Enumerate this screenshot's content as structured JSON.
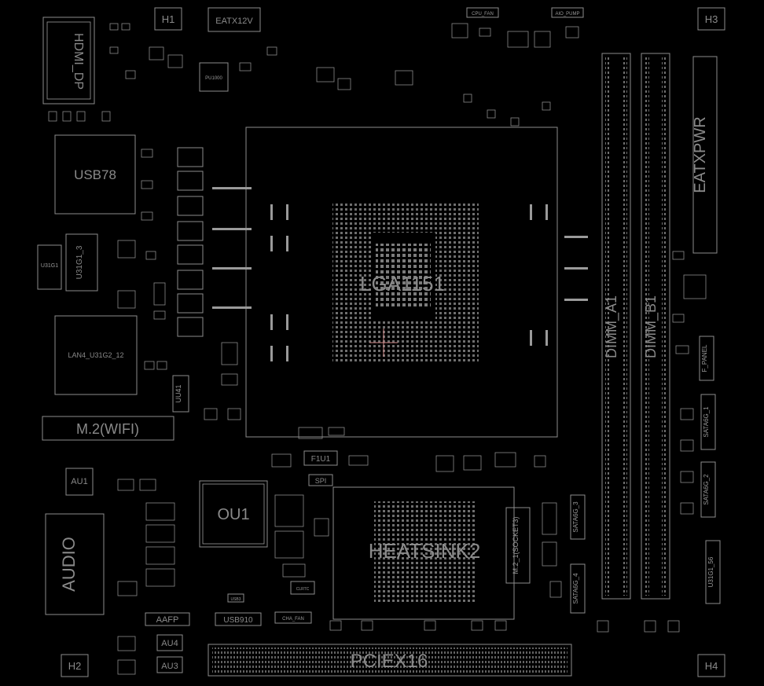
{
  "board": {
    "mounting_holes": [
      "H1",
      "H2",
      "H3",
      "H4"
    ],
    "connectors": {
      "hdmi_dp": "HDMI_DP",
      "usb78": "USB78",
      "u31g1_3": "U31G1_3",
      "u31g1_small": "U31G1",
      "lan": "LAN4_U31G2_12",
      "m2_wifi": "M.2(WIFI)",
      "audio": "AUDIO",
      "au1": "AU1",
      "aafp": "AAFP",
      "usb910": "USB910",
      "cha_fan": "CHA_FAN",
      "au4": "AU4",
      "au3": "AU3",
      "pciex16": "PCIEX16",
      "eatx12v": "EATX12V",
      "cpu_fan": "CPU_FAN",
      "aio_pump": "AIO_PUMP",
      "eatxpwr": "EATXPWR",
      "dimm_a1": "DIMM_A1",
      "dimm_b1": "DIMM_B1",
      "f_panel": "F_PANEL",
      "sata6g_1": "SATA6G_1",
      "sata6g_2": "SATA6G_2",
      "sata6g_3": "SATA6G_3",
      "sata6g_4": "SATA6G_4",
      "u31g1_56": "U31G1_56",
      "m2_socket3": "M.2_1(SOCKET3)",
      "f1u1": "F1U1",
      "spi": "SPI",
      "ou1": "OU1",
      "heatsink2": "HEATSINK2",
      "lga": "LGA1151",
      "uu41": "UU41",
      "pu1000": "PU1000",
      "clrtc": "CLRTC",
      "usb3": "USB3"
    }
  }
}
